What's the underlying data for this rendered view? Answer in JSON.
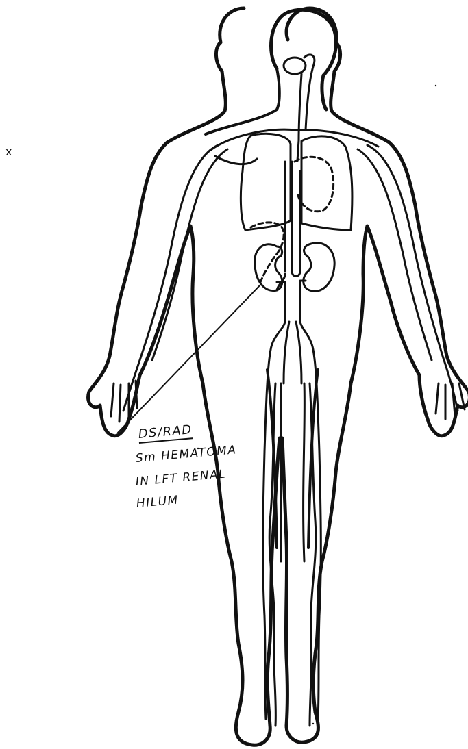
{
  "annotation": {
    "title": "DS/RAD",
    "lines": [
      "Sm HEMATOMA",
      "IN LFT RENAL",
      "HILUM"
    ]
  },
  "stray_mark": "x",
  "colors": {
    "ink": "#111111",
    "paper": "#ffffff"
  },
  "icons": {
    "body_outline": "human-body-front-outline-icon",
    "organs": "anatomical-organs-icon"
  }
}
